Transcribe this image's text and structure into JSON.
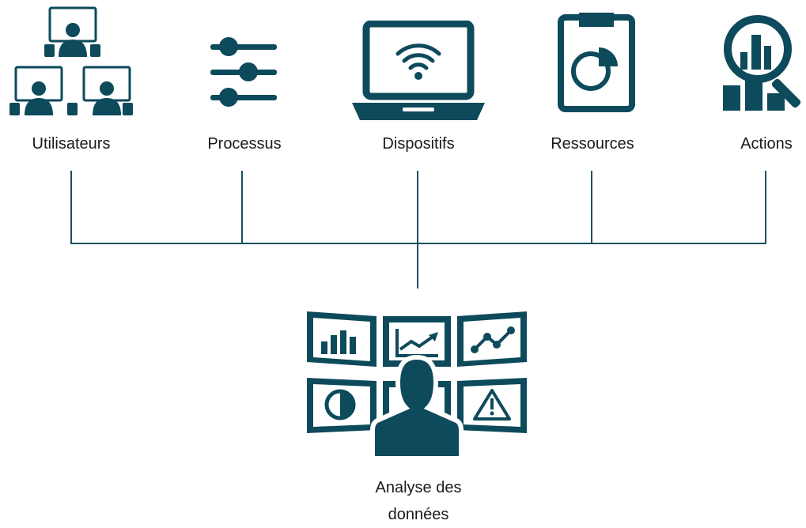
{
  "nodes": {
    "utilisateurs": "Utilisateurs",
    "processus": "Processus",
    "dispositifs": "Dispositifs",
    "ressources": "Ressources",
    "actions": "Actions"
  },
  "hub": {
    "line1": "Analyse des",
    "line2": "données"
  },
  "colors": {
    "icon": "#0d4a5b",
    "connector": "#1c4f5e",
    "text": "#1a1a1a"
  },
  "icons": [
    "users-network-icon",
    "sliders-icon",
    "laptop-wifi-icon",
    "clipboard-chart-icon",
    "search-chart-icon",
    "analyst-dashboard-icon"
  ]
}
